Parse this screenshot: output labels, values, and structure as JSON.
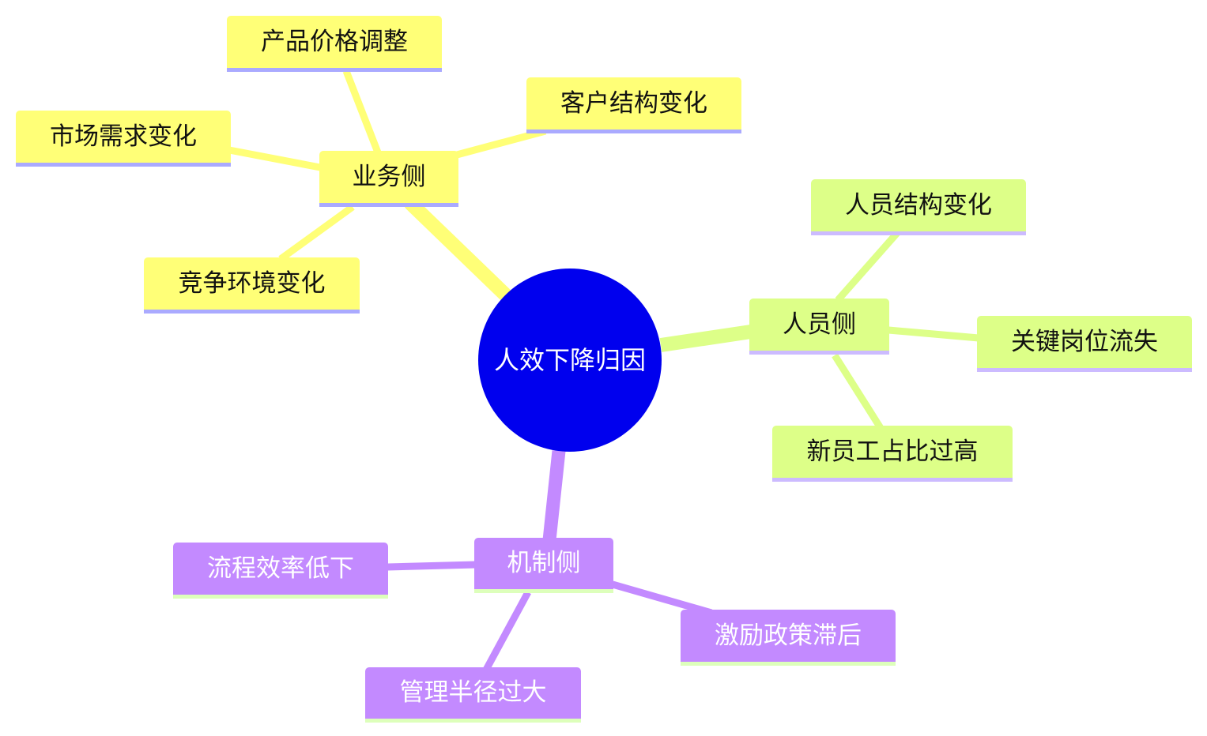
{
  "root": {
    "label": "人效下降归因"
  },
  "colors": {
    "root_fill": "#0000ee",
    "business": "#ffff77",
    "people": "#ddff88",
    "mechanism": "#c38aff"
  },
  "business": {
    "label": "业务侧",
    "children": [
      "产品价格调整",
      "客户结构变化",
      "市场需求变化",
      "竞争环境变化"
    ]
  },
  "people": {
    "label": "人员侧",
    "children": [
      "人员结构变化",
      "关键岗位流失",
      "新员工占比过高"
    ]
  },
  "mechanism": {
    "label": "机制侧",
    "children": [
      "流程效率低下",
      "激励政策滞后",
      "管理半径过大"
    ]
  }
}
